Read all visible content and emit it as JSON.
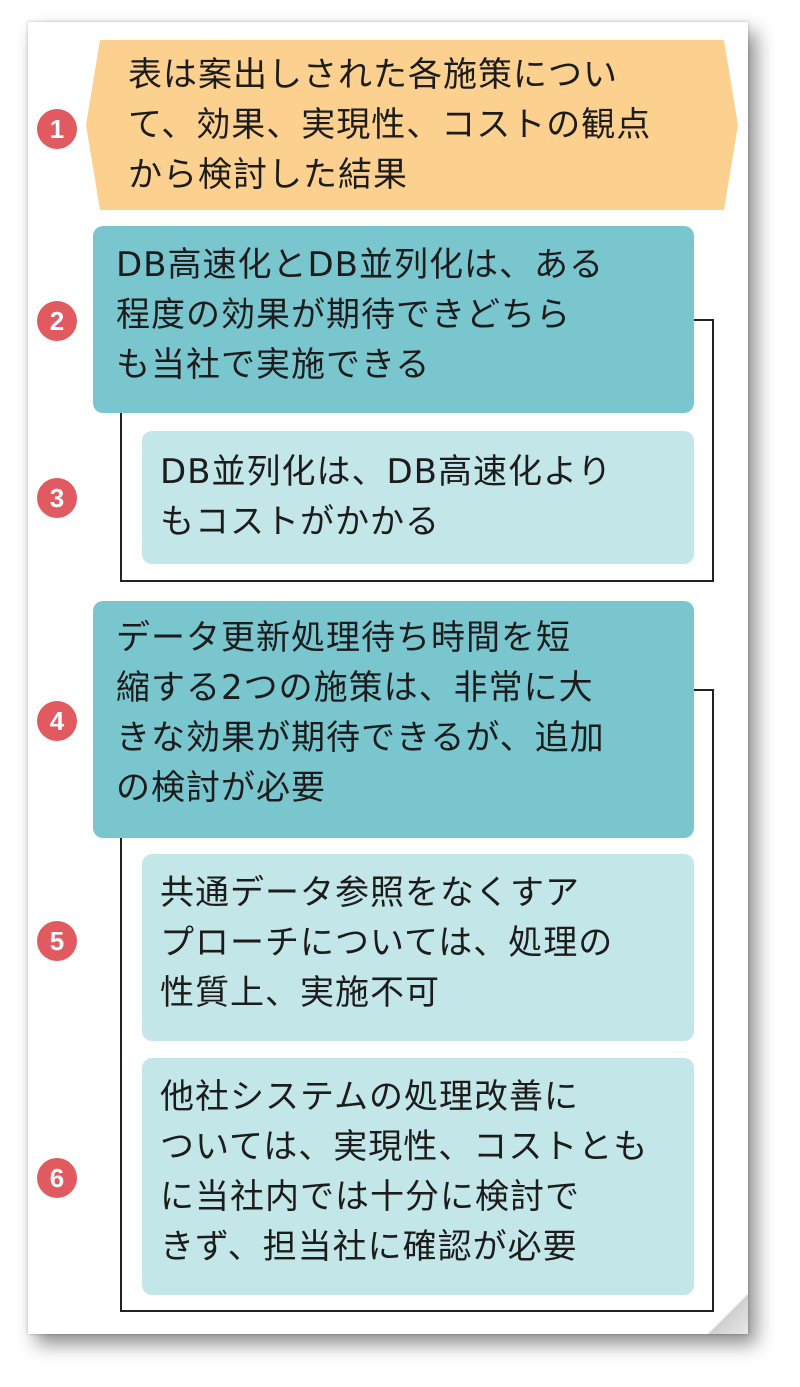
{
  "steps": [
    {
      "number": "1",
      "lines": [
        "表は案出しされた各施策につい",
        "て、効果、実現性、コストの観点",
        "から検討した結果"
      ],
      "fill": "#fcd18f"
    },
    {
      "number": "2",
      "lines": [
        "DB高速化とDB並列化は、ある",
        "程度の効果が期待できどちら",
        "も当社で実施できる"
      ],
      "fill": "#79c6cf"
    },
    {
      "number": "3",
      "lines": [
        "DB並列化は、DB高速化より",
        "もコストがかかる"
      ],
      "fill": "#c3e6e9"
    },
    {
      "number": "4",
      "lines": [
        "データ更新処理待ち時間を短",
        "縮する2つの施策は、非常に大",
        "きな効果が期待できるが、追加",
        "の検討が必要"
      ],
      "fill": "#79c6cf"
    },
    {
      "number": "5",
      "lines": [
        "共通データ参照をなくすア",
        "プローチについては、処理の",
        "性質上、実施不可"
      ],
      "fill": "#c3e6e9"
    },
    {
      "number": "6",
      "lines": [
        "他社システムの処理改善に",
        "ついては、実現性、コストとも",
        "に当社内では十分に検討で",
        "きず、担当社に確認が必要"
      ],
      "fill": "#c3e6e9"
    }
  ],
  "colors": {
    "badge": "#e05a5f",
    "connector": "#222222"
  }
}
